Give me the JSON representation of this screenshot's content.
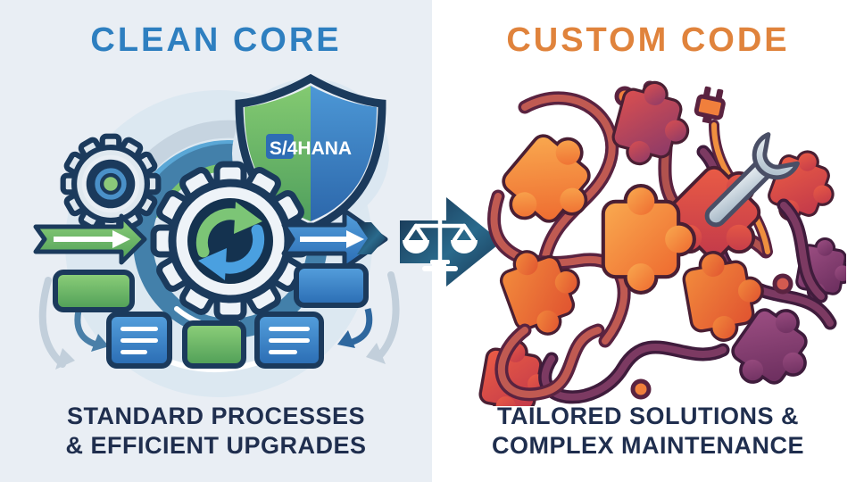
{
  "left_panel": {
    "title": "CLEAN CORE",
    "caption_line1": "STANDARD PROCESSES",
    "caption_line2": "& EFFICIENT UPGRADES",
    "shield_label": "S/4HANA",
    "illustration_icons": [
      "gear-icon",
      "small-gear-icon",
      "cycle-arrows-icon",
      "shield-icon",
      "green-ribbon-arrow-icon",
      "blue-arrow-icon",
      "flowchart-boxes-icon"
    ]
  },
  "right_panel": {
    "title": "CUSTOM CODE",
    "caption_line1": "TAILORED SOLUTIONS &",
    "caption_line2": "COMPLEX MAINTENANCE",
    "illustration_icons": [
      "puzzle-piece-icon",
      "tangled-cords-icon",
      "wrench-icon",
      "plug-icon",
      "node-dot-icon"
    ]
  },
  "center": {
    "icon": "balance-scales-in-arrow",
    "direction": "right"
  },
  "colors": {
    "left_title": "#2e7fc0",
    "right_title": "#e0833c",
    "caption_text": "#1f2e4e",
    "left_background": "#e9eef4",
    "right_background": "#ffffff",
    "navy_outline": "#1b3a5c",
    "green_accent": "#79c36e",
    "blue_accent": "#3f88c9",
    "center_arrow": "#1d4064",
    "puzzle_orange": "#ee6b30",
    "puzzle_red": "#d94545",
    "puzzle_purple": "#6b2e5e",
    "cord_maroon": "#7c3a52",
    "wrench_silver": "#bccad6"
  }
}
